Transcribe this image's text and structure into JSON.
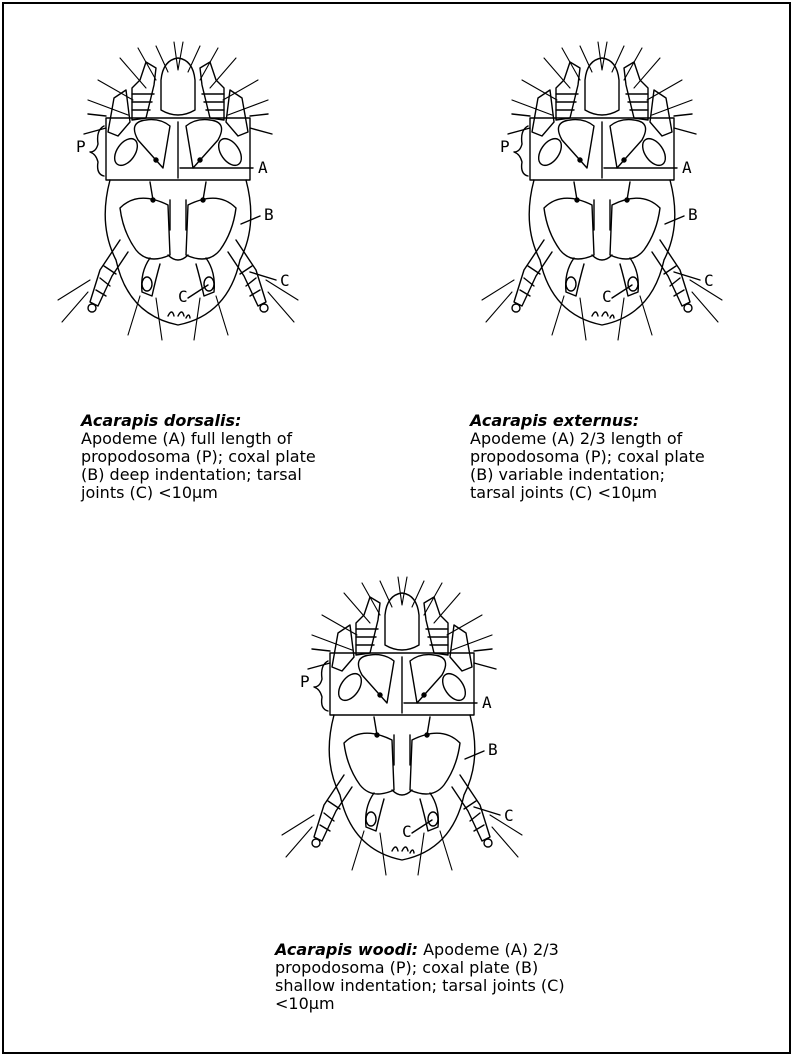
{
  "labels": {
    "P": "P",
    "A": "A",
    "B": "B",
    "C": "C"
  },
  "figures": [
    {
      "species": "Acarapis dorsalis:",
      "description": "Apodeme (A) full length of propodosoma (P); coxal plate (B) deep indentation; tarsal joints (C) <10μm"
    },
    {
      "species": "Acarapis externus:",
      "description": "Apodeme (A) 2/3 length of propodosoma (P); coxal plate (B) variable indentation; tarsal joints (C) <10μm"
    },
    {
      "species": "Acarapis woodi:",
      "description": "Apodeme (A) 2/3 propodosoma (P); coxal plate (B) shallow indentation; tarsal joints (C) <10μm"
    }
  ]
}
